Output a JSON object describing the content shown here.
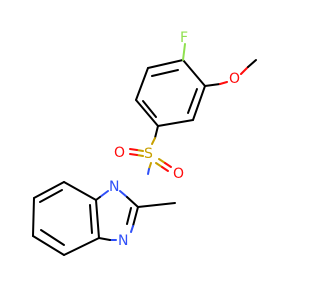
{
  "molecule": {
    "atoms": {
      "fluorine": "F",
      "oxygen_methoxy": "O",
      "sulfur": "S",
      "oxygen_sulfonyl_top": "O",
      "oxygen_sulfonyl_right": "O",
      "nitrogen_1": "N",
      "nitrogen_3": "N"
    },
    "colors": {
      "carbon_bond": "#000000",
      "oxygen": "#ff0d0d",
      "nitrogen": "#3050f8",
      "sulfur": "#c8a000",
      "fluorine": "#90e050"
    }
  }
}
